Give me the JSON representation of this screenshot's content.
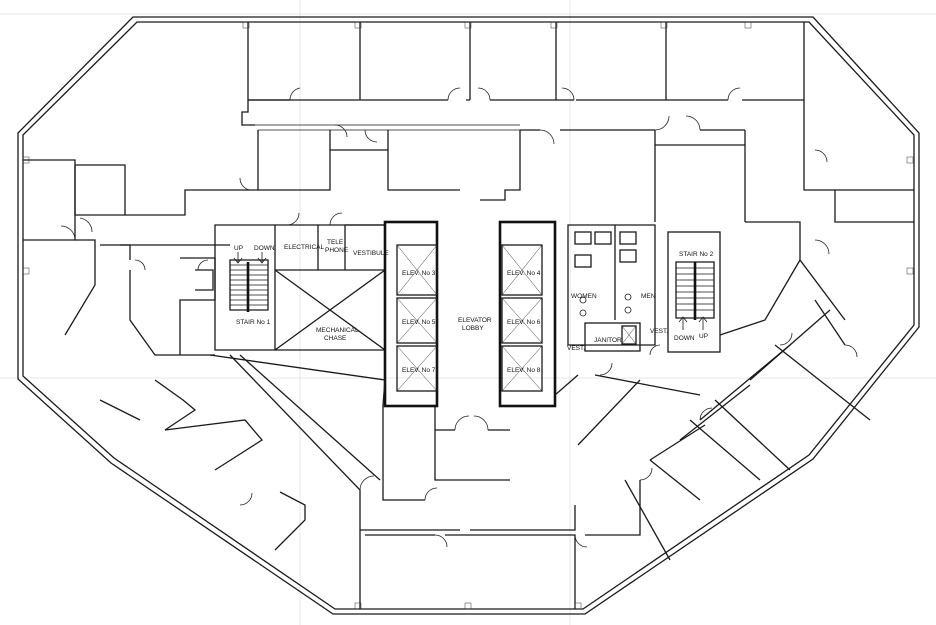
{
  "labels": {
    "electrical": "ELECTRICAL",
    "tele": "TELE",
    "phone": "PHONE",
    "vestibule": "VESTIBULE",
    "stair1": "STAIR No 1",
    "stair2": "STAIR No 2",
    "up": "UP",
    "down": "DOWN",
    "mech1": "MECHANICAL",
    "mech2": "CHASE",
    "elev3": "ELEV. No 3",
    "elev5": "ELEV. No 5",
    "elev7": "ELEV. No 7",
    "elev4": "ELEV. No 4",
    "elev6": "ELEV. No 6",
    "elev8": "ELEV. No 8",
    "lobby1": "ELEVATOR",
    "lobby2": "LOBBY",
    "women": "WOMEN",
    "men": "MEN",
    "janitor": "JANITOR",
    "vest": "VEST.",
    "vest2": "VEST."
  },
  "colors": {
    "line": "#1a1a1a",
    "background": "#ffffff",
    "grid": "#d0d0d0"
  }
}
